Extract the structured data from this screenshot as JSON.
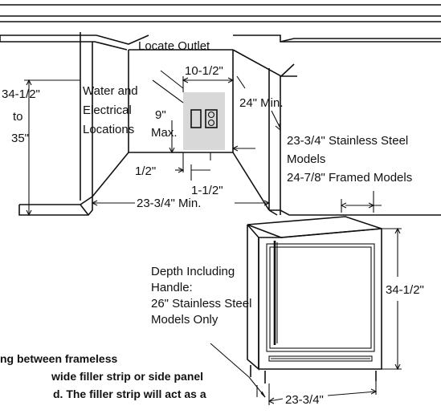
{
  "labels": {
    "locate_outlet": "Locate Outlet",
    "opening_width_top": "10-1/2\"",
    "water_electrical_1": "Water and",
    "water_electrical_2": "Electrical",
    "water_electrical_3": "Locations",
    "nine_inch": "9\"",
    "max": "Max.",
    "twenty_four_min": "24\" Min.",
    "height_range_1": "34-1/2\"",
    "height_range_2": "to",
    "height_range_3": "35\"",
    "half_inch": "1/2\"",
    "one_half_inch": "1-1/2\"",
    "width_min": "23-3/4\" Min.",
    "stainless_width_1": "23-3/4\" Stainless Steel",
    "stainless_width_2": "Models",
    "framed_width": "24-7/8\" Framed Models",
    "depth_1": "Depth Including",
    "depth_2": "Handle:",
    "depth_3": "26\" Stainless Steel",
    "depth_4": "Models Only",
    "unit_height": "34-1/2\"",
    "unit_width": "23-3/4\""
  },
  "note": {
    "line1": "ng between frameless",
    "line2": "wide filler strip or side panel",
    "line3": "d. The filler strip will act as a"
  },
  "colors": {
    "outlet_area": "#d8d8d8",
    "line": "#111111"
  }
}
